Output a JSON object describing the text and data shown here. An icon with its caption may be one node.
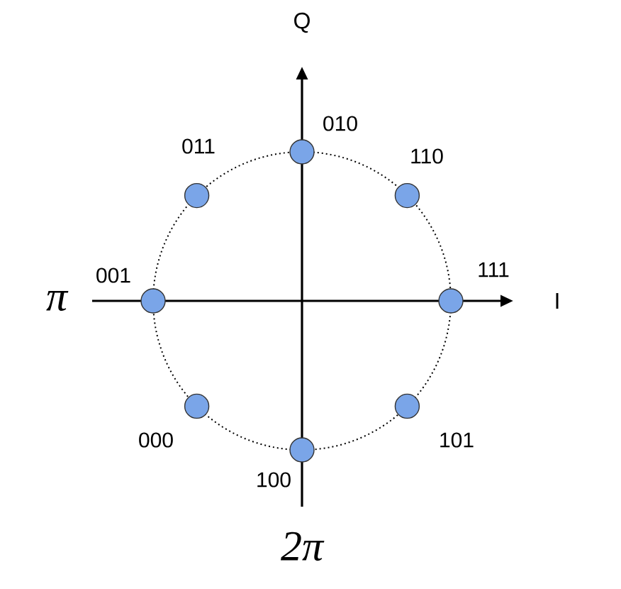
{
  "diagram": {
    "nodes": [
      {
        "text": [],
        "shape": "circle",
        "beside": [
          "010"
        ]
      },
      {
        "text": [],
        "shape": "circle",
        "beside": [
          "011"
        ]
      },
      {
        "text": [],
        "shape": "circle",
        "beside": [
          "110"
        ]
      },
      {
        "text": [],
        "shape": "circle",
        "beside": [
          "001"
        ]
      },
      {
        "text": [],
        "shape": "circle",
        "beside": [
          "111"
        ]
      },
      {
        "text": [],
        "shape": "circle",
        "beside": [
          "000"
        ]
      },
      {
        "text": [],
        "shape": "circle",
        "beside": [
          "101"
        ]
      },
      {
        "text": [],
        "shape": "circle",
        "beside": [
          "100"
        ]
      }
    ],
    "labels": [
      "Q",
      "I",
      "π",
      "2π"
    ]
  }
}
